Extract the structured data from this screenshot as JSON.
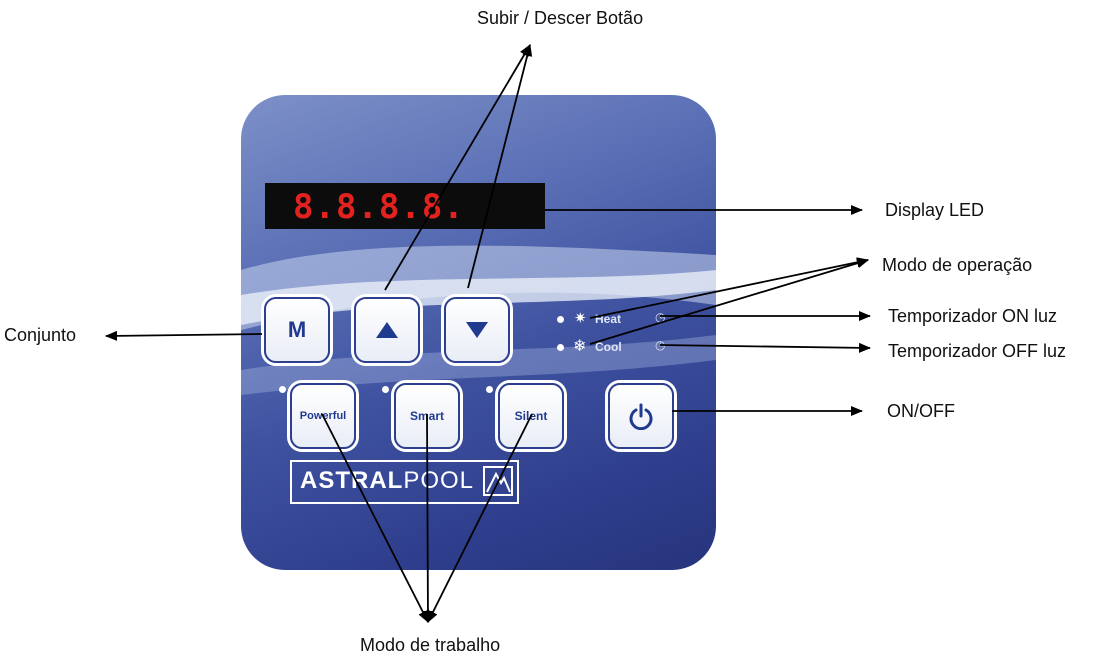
{
  "labels": {
    "up_down": "Subir / Descer Botão",
    "display_led": "Display LED",
    "operation_mode": "Modo de operação",
    "timer_on": "Temporizador ON luz",
    "timer_off": "Temporizador OFF luz",
    "set": "Conjunto",
    "on_off": "ON/OFF",
    "work_mode": "Modo de trabalho"
  },
  "panel": {
    "display_value": "8.8.8.8.",
    "buttons": {
      "mode": "M",
      "powerful": "Powerful",
      "smart": "Smart",
      "silent": "Silent"
    },
    "modes": {
      "heat": "Heat",
      "cool": "Cool"
    },
    "logo": {
      "bold": "ASTRAL",
      "light": "POOL"
    }
  },
  "colors": {
    "led_text": "#e3221f",
    "panel_blue": "#3e52a0",
    "button_border": "#2d3f8f"
  }
}
